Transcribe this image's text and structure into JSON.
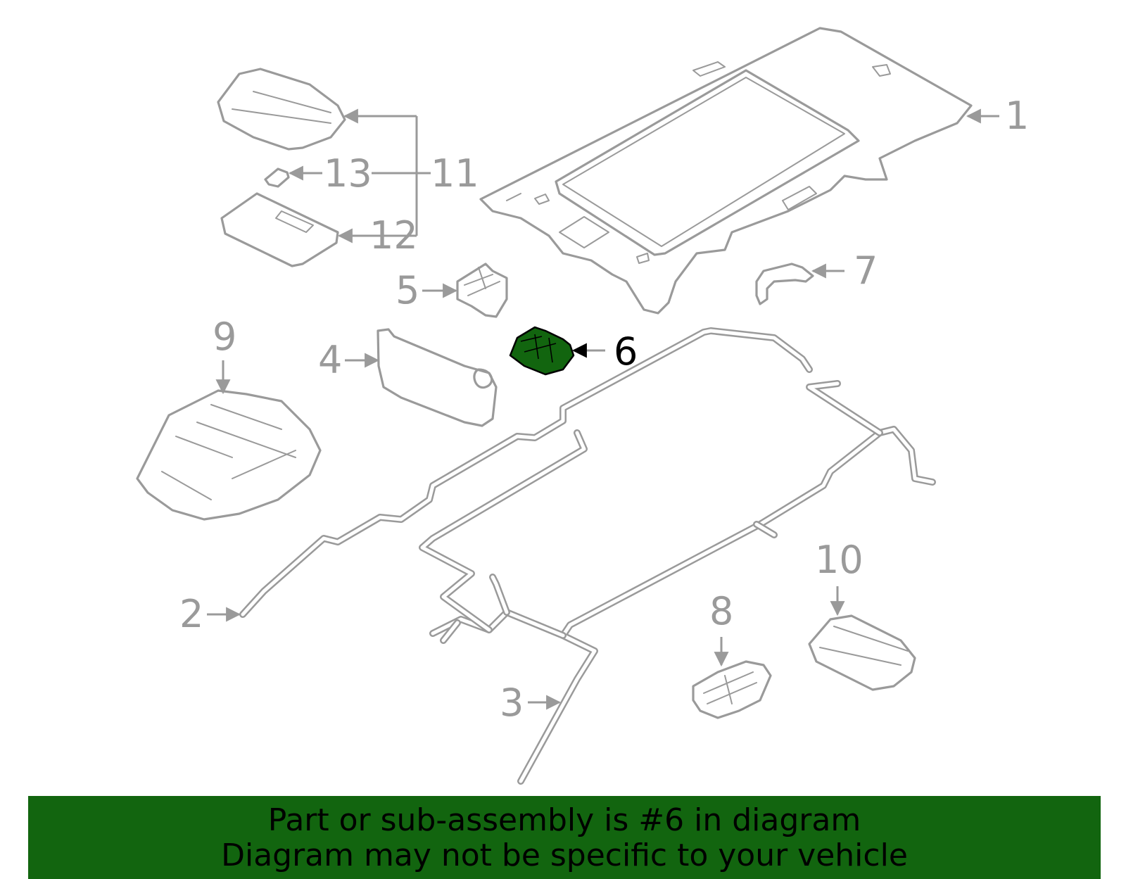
{
  "diagram": {
    "callouts": [
      "1",
      "2",
      "3",
      "4",
      "5",
      "6",
      "7",
      "8",
      "9",
      "10",
      "11",
      "12",
      "13"
    ],
    "highlighted_callout": "6",
    "colors": {
      "line_art": "#9a9a9a",
      "highlight_fill": "#12650f",
      "highlight_label": "#000000",
      "banner_background": "#12650f",
      "banner_text": "#000000"
    }
  },
  "banner": {
    "line1": "Part or sub-assembly is #6 in diagram",
    "line2": "Diagram may not be specific to your vehicle"
  }
}
